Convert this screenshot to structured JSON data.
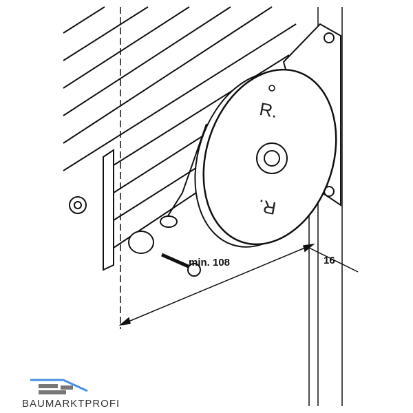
{
  "diagram": {
    "dimension_main": "min. 108",
    "dimension_side": "16",
    "disk_mark_top": "R.",
    "disk_mark_bottom": "R."
  },
  "logo": {
    "text": "BAUMARKTPROFI",
    "accent_color": "#4a90e2",
    "brick_color": "#777777"
  }
}
